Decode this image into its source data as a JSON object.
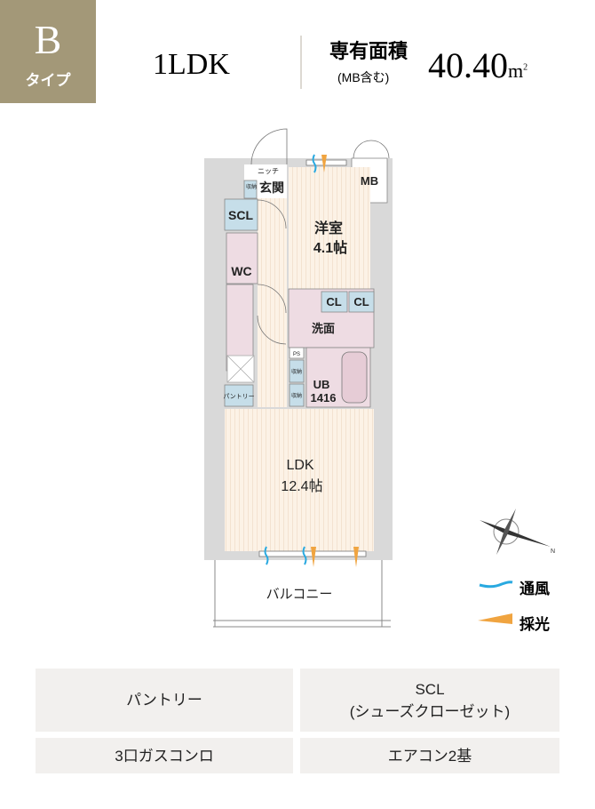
{
  "header": {
    "type_letter": "B",
    "type_label": "タイプ",
    "layout": "1LDK",
    "area_label": "専有面積",
    "area_note": "(MB含む)",
    "area_value": "40.40",
    "area_unit": "m",
    "area_unit_sup": "2"
  },
  "plan": {
    "entrance": "玄関",
    "niche": "ニッチ",
    "storage": "収納",
    "mb": "MB",
    "scl": "SCL",
    "wc": "WC",
    "western_room": "洋室",
    "western_size": "4.1帖",
    "cl": "CL",
    "washroom": "洗面",
    "ps": "PS",
    "ub": "UB",
    "ub_size": "1416",
    "pantry": "パントリー",
    "ldk": "LDK",
    "ldk_size": "12.4帖",
    "balcony": "バルコニー",
    "north": "N"
  },
  "legend": {
    "wind": "通風",
    "light": "採光",
    "wind_color": "#29a9e0",
    "light_color": "#f0a440"
  },
  "features": [
    {
      "line1": "パントリー",
      "line2": ""
    },
    {
      "line1": "SCL",
      "line2": "(シューズクローゼット)"
    },
    {
      "line1": "3口ガスコンロ",
      "line2": ""
    },
    {
      "line1": "エアコン2基",
      "line2": ""
    }
  ]
}
